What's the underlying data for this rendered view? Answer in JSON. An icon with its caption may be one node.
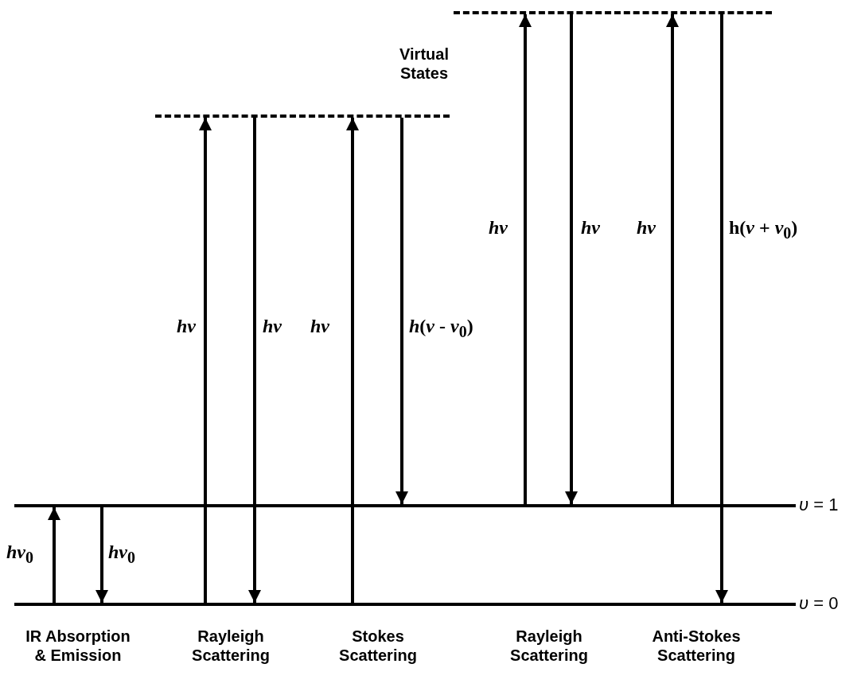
{
  "diagram": {
    "nodes": [
      {
        "text": [],
        "shape": "bar"
      },
      {
        "text": [],
        "shape": "bar"
      },
      {
        "text": [],
        "shape": "bar",
        "beside": [
          "*υ* = 1"
        ]
      },
      {
        "text": [],
        "shape": "bar",
        "beside": [
          "*υ* = 0"
        ]
      }
    ],
    "edges": [
      {
        "from": 3,
        "to": 2,
        "arrow": "to",
        "label": "*hν*$_{0}$"
      },
      {
        "from": 2,
        "to": 3,
        "arrow": "to",
        "label": "*hν*$_{0}$"
      },
      {
        "from": 3,
        "to": 1,
        "arrow": "to",
        "label": "*hν*"
      },
      {
        "from": 1,
        "to": 3,
        "arrow": "to",
        "label": "*hν*"
      },
      {
        "from": 3,
        "to": 1,
        "arrow": "to",
        "label": "*hν*"
      },
      {
        "from": 1,
        "to": 2,
        "arrow": "to",
        "label": "*h*(*ν* - *ν*$_{0}$)"
      },
      {
        "from": 2,
        "to": 0,
        "arrow": "to",
        "label": "*hν*"
      },
      {
        "from": 0,
        "to": 2,
        "arrow": "to",
        "label": "*hν*"
      },
      {
        "from": 2,
        "to": 0,
        "arrow": "to",
        "label": "*hν*"
      },
      {
        "from": 0,
        "to": 3,
        "arrow": "to",
        "label": "h(*ν* + *ν*$_{0}$)"
      }
    ],
    "labels": [
      "Virtual States",
      "IR Absorption & Emission",
      "Rayleigh Scattering",
      "Stokes Scattering",
      "Rayleigh Scattering",
      "Anti-Stokes Scattering"
    ]
  }
}
